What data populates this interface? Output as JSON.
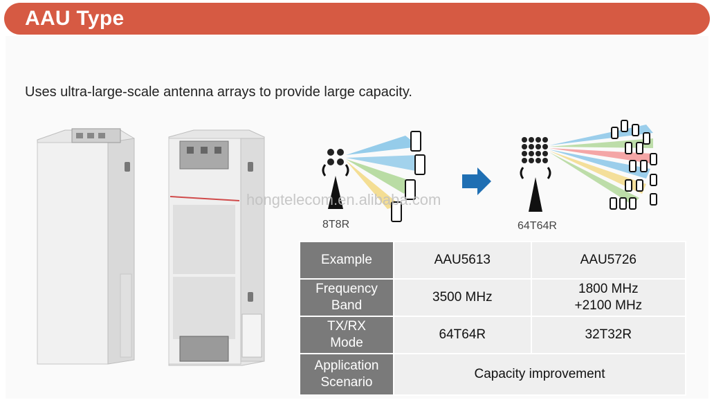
{
  "header": {
    "title": "AAU Type"
  },
  "subtitle": "Uses ultra-large-scale antenna arrays to provide large capacity.",
  "watermark": "hongtelecom.en.alibaba.com",
  "diagram": {
    "left_label": "8T8R",
    "right_label": "64T64R",
    "colors": {
      "beam_blue": "#7cc0e6",
      "beam_green": "#a9d48e",
      "beam_yellow": "#f2d77a",
      "beam_red": "#f28b8b",
      "arrow": "#1f6fb3"
    }
  },
  "table": {
    "rows": [
      {
        "label": "Example",
        "col1": "AAU5613",
        "col2": "AAU5726"
      },
      {
        "label_l1": "Frequency",
        "label_l2": "Band",
        "col1": "3500 MHz",
        "col2_l1": "1800 MHz",
        "col2_l2": "+2100 MHz"
      },
      {
        "label_l1": "TX/RX",
        "label_l2": "Mode",
        "col1": "64T64R",
        "col2": "32T32R"
      },
      {
        "label_l1": "Application",
        "label_l2": "Scenario",
        "merged": "Capacity improvement"
      }
    ]
  },
  "colors": {
    "header_bg": "#d65a43",
    "header_text": "#ffffff",
    "table_header_bg": "#7a7a7a",
    "table_cell_bg": "#efefef"
  }
}
